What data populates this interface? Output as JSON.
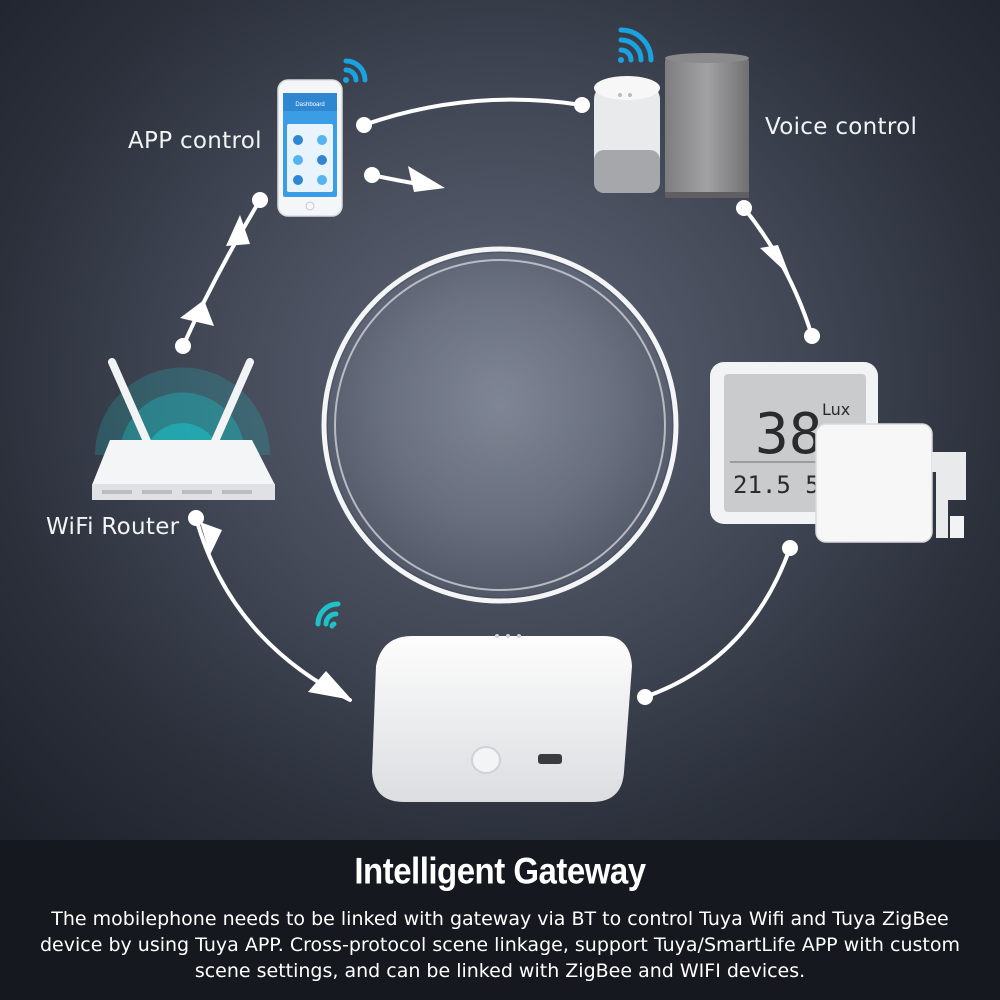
{
  "nodes": {
    "app_control": "APP control",
    "voice_control": "Voice control",
    "wifi_router": "WiFi Router"
  },
  "sensor_display": {
    "main_reading": "38",
    "unit": "Lux",
    "secondary_reading": "21.5 52"
  },
  "phone_screen_title": "Dashboard",
  "caption": {
    "title": "Intelligent Gateway",
    "body": "The mobilephone needs to be linked with gateway via BT to control Tuya Wifi and Tuya ZigBee device by using Tuya APP. Cross-protocol scene linkage, support Tuya/SmartLife APP with custom scene settings, and can be linked with ZigBee and WIFI devices."
  },
  "colors": {
    "wifi_signal": "#1aa3e0",
    "router_wave": "#1ec2c8",
    "arrows": "#ffffff",
    "caption_bg": "#15181f"
  }
}
